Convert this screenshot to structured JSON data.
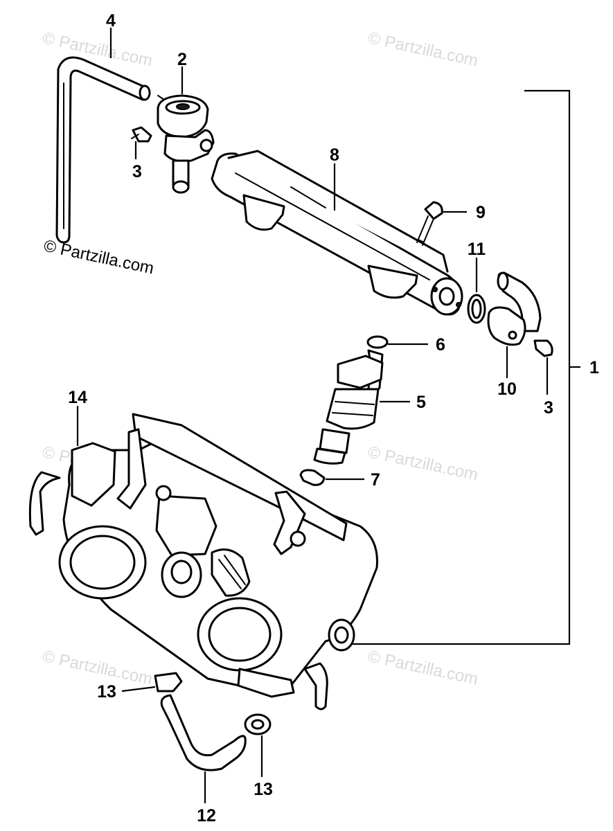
{
  "diagram": {
    "watermark_text": "© Partzilla.com",
    "callouts": {
      "c1": "1",
      "c2": "2",
      "c3a": "3",
      "c3b": "3",
      "c4": "4",
      "c5": "5",
      "c6": "6",
      "c7": "7",
      "c8": "8",
      "c9": "9",
      "c10": "10",
      "c11": "11",
      "c12": "12",
      "c13a": "13",
      "c13b": "13",
      "c14": "14"
    }
  },
  "colors": {
    "line": "#000000",
    "background": "#ffffff",
    "watermark": "#d9d9d9"
  }
}
